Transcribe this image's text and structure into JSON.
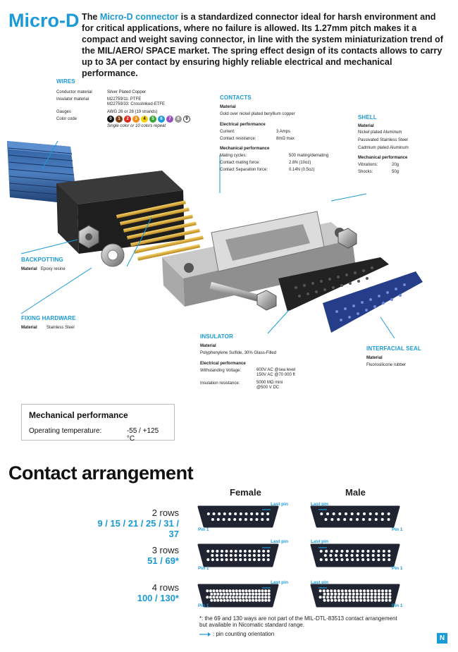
{
  "header": {
    "title": "Micro-D",
    "intro_prefix": "The ",
    "intro_highlight": "Micro-D connector",
    "intro_rest": " is a standardized connector ideal for harsh environment and for critical applications, where no failure is allowed. Its 1.27mm pitch makes it a compact and weight saving connector, in line  with the system miniaturization trend of the MIL/AERO/ SPACE market. The spring effect design of its contacts allows to carry up to 3A per contact by ensuring highly reliable electrical and mechanical performance."
  },
  "wires": {
    "title": "WIRES",
    "rows": [
      {
        "k": "Conductor material",
        "v": "Silver Plated Copper"
      },
      {
        "k": "Insulator material",
        "v": "M22759/11: PTFE"
      },
      {
        "k": "",
        "v": "M22759/33: Crosslinked-ETFE"
      },
      {
        "k": "Gauges",
        "v": "AWG 26 or 28 (19 strands)"
      },
      {
        "k": "Color code",
        "v": ""
      }
    ],
    "colors": [
      {
        "n": "0",
        "c": "#111111",
        "t": "#ffffff"
      },
      {
        "n": "1",
        "c": "#7a3b12",
        "t": "#ffffff"
      },
      {
        "n": "2",
        "c": "#e0261c",
        "t": "#ffffff"
      },
      {
        "n": "3",
        "c": "#f28c16",
        "t": "#ffffff"
      },
      {
        "n": "4",
        "c": "#f5d20f",
        "t": "#111111"
      },
      {
        "n": "5",
        "c": "#3aa63a",
        "t": "#ffffff"
      },
      {
        "n": "6",
        "c": "#1a9ad6",
        "t": "#ffffff"
      },
      {
        "n": "7",
        "c": "#9a4fbf",
        "t": "#ffffff"
      },
      {
        "n": "8",
        "c": "#9a9a9a",
        "t": "#ffffff"
      },
      {
        "n": "9",
        "c": "#ffffff",
        "t": "#111111"
      }
    ],
    "color_note": "Single color or 10 colors repeat"
  },
  "contacts": {
    "title": "CONTACTS",
    "material_h": "Material",
    "material": "Gold over nickel plated beryllium copper",
    "elec_h": "Electrical performance",
    "elec": [
      {
        "k": "Current:",
        "v": "3 Amps"
      },
      {
        "k": "Contact resistance:",
        "v": "8mΩ max"
      }
    ],
    "mech_h": "Mechanical performance",
    "mech": [
      {
        "k": "Mating cycles:",
        "v": "500 mating/demating"
      },
      {
        "k": "Contact mating force:",
        "v": "2.8N (10oz)"
      },
      {
        "k": "Contact Separation force:",
        "v": "0.14N (0.5oz)"
      }
    ]
  },
  "shell": {
    "title": "SHELL",
    "material_h": "Material",
    "materials": [
      "Nickel plated Aluminum",
      "Passivated Stainless Steel",
      "Cadmium plated Aluminum"
    ],
    "mech_h": "Mechanical performance",
    "mech": [
      {
        "k": "Vibrations:",
        "v": "20g"
      },
      {
        "k": "Shocks:",
        "v": "50g"
      }
    ]
  },
  "backpotting": {
    "title": "BACKPOTTING",
    "k": "Material",
    "v": "Epoxy resine"
  },
  "fixing": {
    "title": "FIXING HARDWARE",
    "k": "Material",
    "v": "Stainless Steel"
  },
  "insulator": {
    "title": "INSULATOR",
    "material_h": "Material",
    "material": "Polyphenylene Sulfide, 30% Glass-Filled",
    "elec_h": "Electrical performance",
    "elec": [
      {
        "k": "Withstanding Voltage:",
        "v1": "600V AC @sea level",
        "v2": "150V AC @70 000 ft"
      },
      {
        "k": "Insulation resistance:",
        "v1": "5000 MΩ mini",
        "v2": "@500 V DC"
      }
    ]
  },
  "seal": {
    "title": "INTERFACIAL SEAL",
    "material_h": "Material",
    "material": "Fluorosilicone rubber"
  },
  "mech_box": {
    "title": "Mechanical performance",
    "label": "Operating temperature:",
    "value": "-55 / +125 °C"
  },
  "arrangement": {
    "title": "Contact arrangement",
    "female": "Female",
    "male": "Male",
    "rows": [
      {
        "rows": "2 rows",
        "ways": "9 / 15 / 21 / 25 / 31 / 37"
      },
      {
        "rows": "3 rows",
        "ways": "51 / 69*"
      },
      {
        "rows": "4 rows",
        "ways": "100 / 130*"
      }
    ],
    "last_pin": "Last pin",
    "pin1": "Pin 1",
    "footnote1": "*: the 69 and 130 ways are not part of the MIL-DTL-83513 contact arrangement",
    "footnote2": "but available in Nicomatic standard range.",
    "legend": ": pin counting orientation"
  },
  "badge": "N"
}
